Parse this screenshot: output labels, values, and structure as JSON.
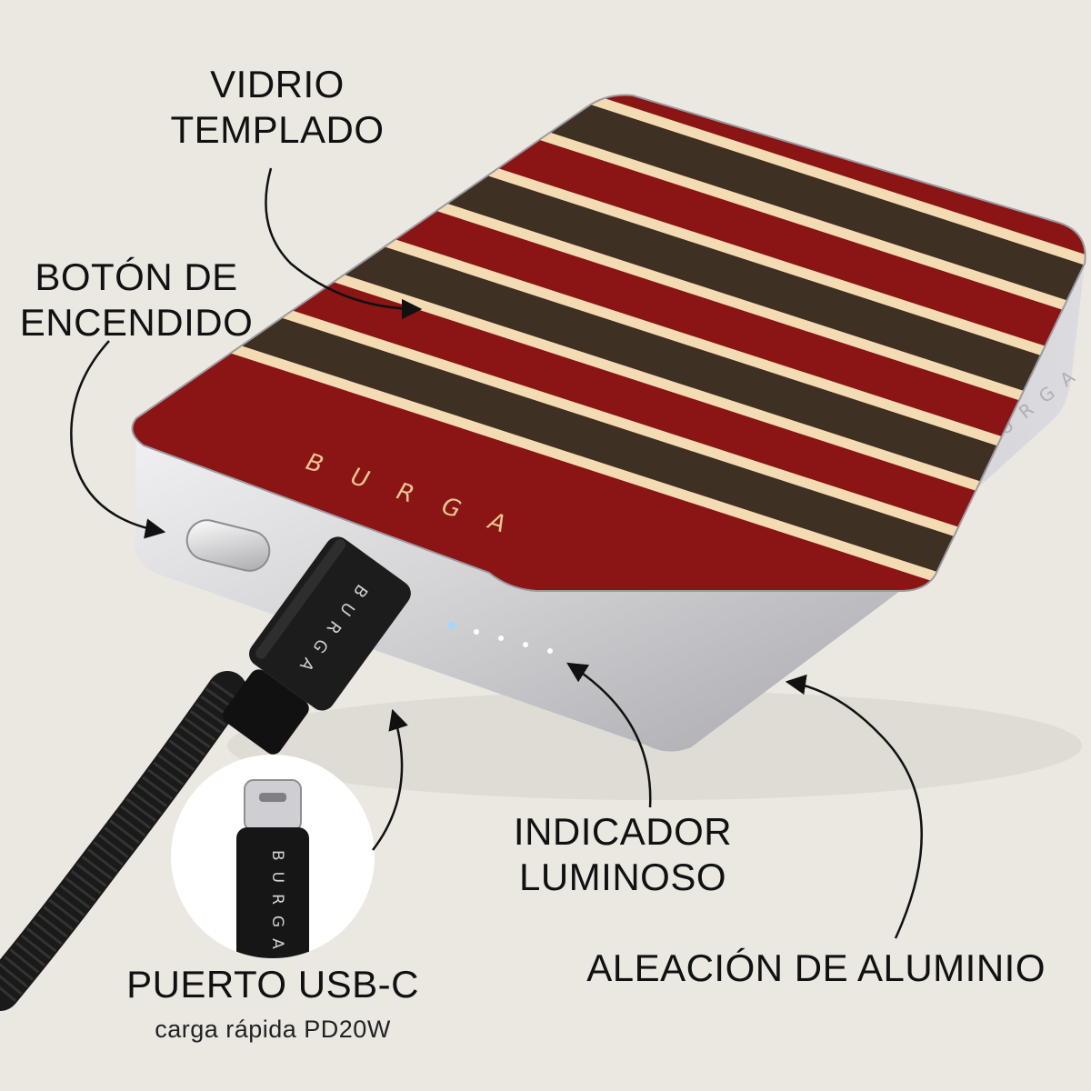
{
  "callouts": {
    "vidrio": {
      "line1": "VIDRIO",
      "line2": "TEMPLADO"
    },
    "boton": {
      "line1": "BOTÓN DE",
      "line2": "ENCENDIDO"
    },
    "indicador": {
      "line1": "INDICADOR",
      "line2": "LUMINOSO"
    },
    "aleacion": {
      "line1": "ALEACIÓN DE ALUMINIO"
    },
    "puerto": {
      "line1": "PUERTO USB-C",
      "sub": "carga rápida PD20W"
    }
  },
  "product": {
    "brand": "BURGA",
    "stripe_colors": {
      "red": "#8b1414",
      "brown": "#3f3024",
      "cream": "#f3dcb4"
    },
    "metal_color": "#c8c8cb",
    "led_count": 5
  },
  "background": "#ebe8e2"
}
